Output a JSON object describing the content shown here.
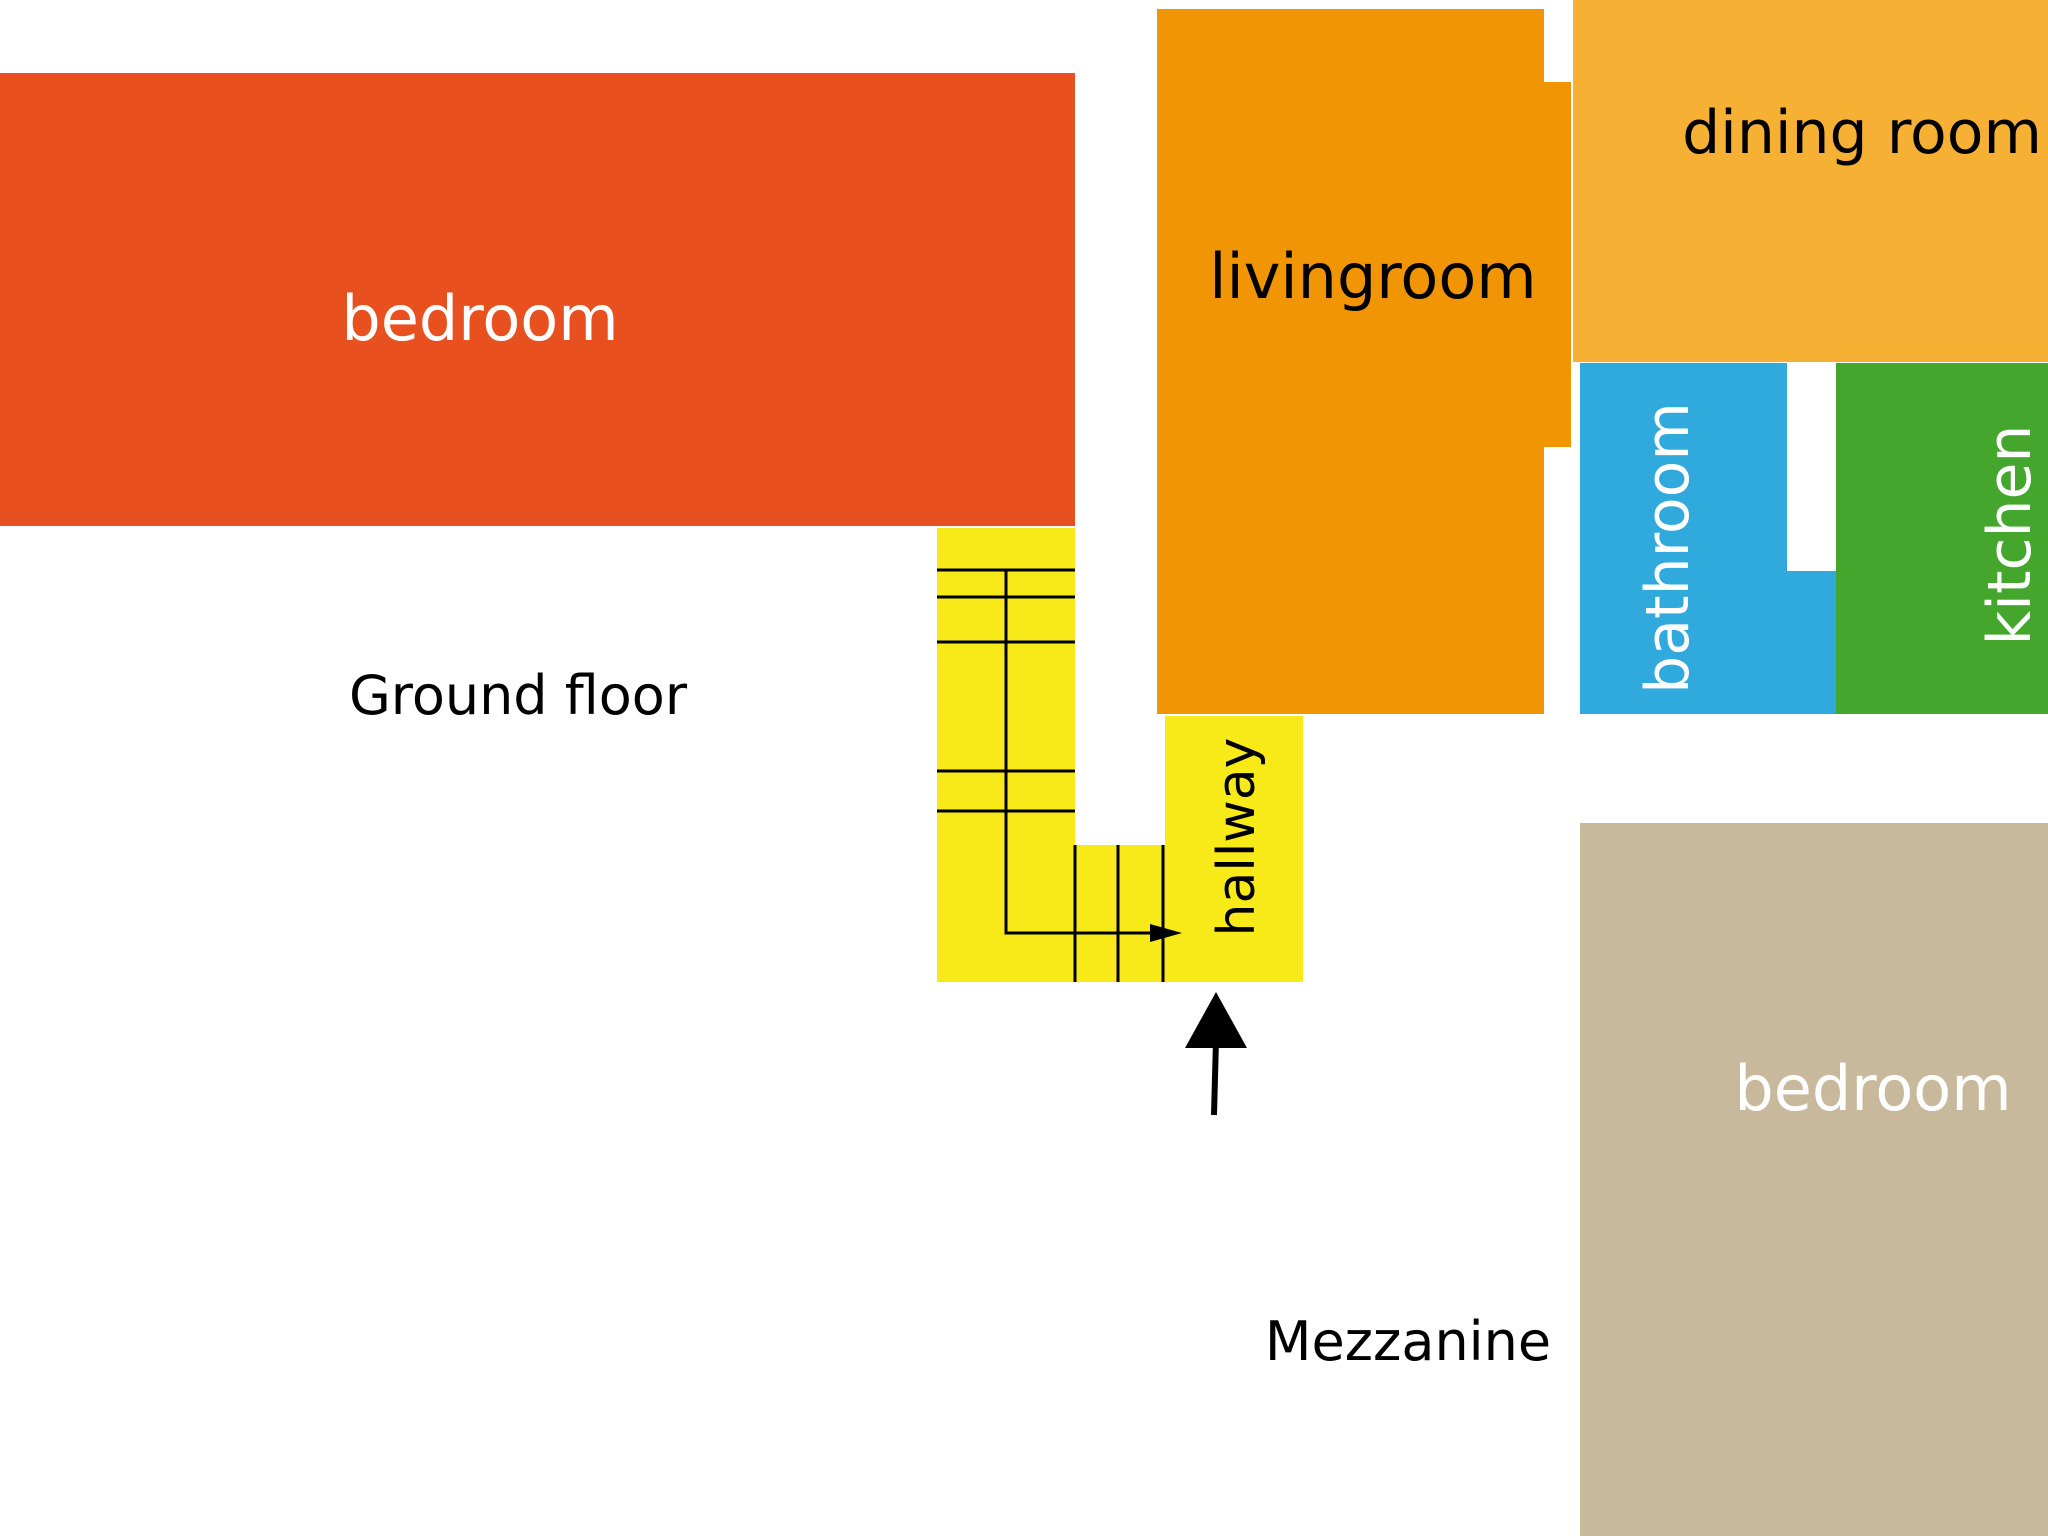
{
  "colors": {
    "bedroom_ground": "#E8511F",
    "livingroom": "#F29504",
    "dining_room": "#F6B135",
    "bathroom": "#30A9DC",
    "kitchen": "#45A62E",
    "hallway": "#F7EA18",
    "bedroom_mezzanine": "#C9B99C",
    "label_dark": "#000000",
    "label_light": "#ffffff"
  },
  "rooms": {
    "bedroom_ground": "bedroom",
    "livingroom": "livingroom",
    "dining_room": "dining room",
    "bathroom": "bathroom",
    "kitchen": "kitchen",
    "hallway": "hallway",
    "bedroom_mezzanine": "bedroom"
  },
  "floors": {
    "ground": "Ground floor",
    "mezzanine": "Mezzanine"
  },
  "icons": {
    "stairs": "stairs-icon",
    "entrance": "entrance-arrow-icon"
  }
}
